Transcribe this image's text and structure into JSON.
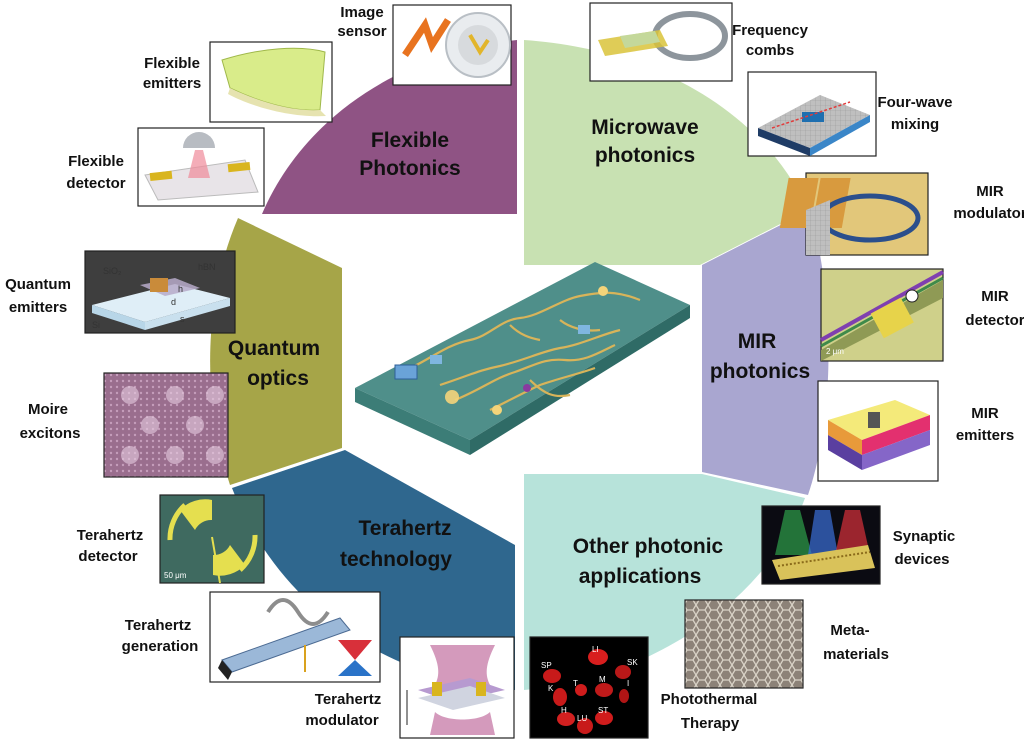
{
  "segments": {
    "flexible": {
      "line1": "Flexible",
      "line2": "Photonics",
      "color": "#8f5384"
    },
    "microwave": {
      "line1": "Microwave",
      "line2": "photonics",
      "color": "#c8e1b2"
    },
    "mir": {
      "line1": "MIR",
      "line2": "photonics",
      "color": "#a9a6d0"
    },
    "other": {
      "line1": "Other photonic",
      "line2": "applications",
      "color": "#b7e3da"
    },
    "terahertz": {
      "line1": "Terahertz",
      "line2": "technology",
      "color": "#2f678e"
    },
    "quantum": {
      "line1": "Quantum",
      "line2": "optics",
      "color": "#a6a548"
    }
  },
  "panels": {
    "image_sensor": {
      "line1": "Image",
      "line2": "sensor"
    },
    "flexible_emitters": {
      "line1": "Flexible",
      "line2": "emitters"
    },
    "flexible_detector": {
      "line1": "Flexible",
      "line2": "detector"
    },
    "frequency_combs": {
      "line1": "Frequency",
      "line2": "combs"
    },
    "four_wave_mixing": {
      "line1": "Four-wave",
      "line2": "mixing"
    },
    "mir_modulator": {
      "line1": "MIR",
      "line2": "modulator"
    },
    "mir_detector": {
      "line1": "MIR",
      "line2": "detector"
    },
    "mir_emitters": {
      "line1": "MIR",
      "line2": "emitters"
    },
    "synaptic_devices": {
      "line1": "Synaptic",
      "line2": "devices"
    },
    "metamaterials": {
      "line1": "Meta-",
      "line2": "materials"
    },
    "photothermal_therapy": {
      "line1": "Photothermal",
      "line2": "Therapy"
    },
    "terahertz_modulator": {
      "line1": "Terahertz",
      "line2": "modulator"
    },
    "terahertz_generation": {
      "line1": "Terahertz",
      "line2": "generation"
    },
    "terahertz_detector": {
      "line1": "Terahertz",
      "line2": "detector"
    },
    "moire_excitons": {
      "line1": "Moire",
      "line2": "excitons"
    },
    "quantum_emitters": {
      "line1": "Quantum",
      "line2": "emitters"
    }
  },
  "insets": {
    "sio2": "SiO₂",
    "hbn": "hBN",
    "h": "h",
    "d": "d",
    "s": "s",
    "si": "Si",
    "mir_scale": "2 μm",
    "thz_scale": "50 μm",
    "organs": [
      "LI",
      "SP",
      "SK",
      "K",
      "T",
      "M",
      "I",
      "H",
      "LU",
      "ST"
    ]
  }
}
